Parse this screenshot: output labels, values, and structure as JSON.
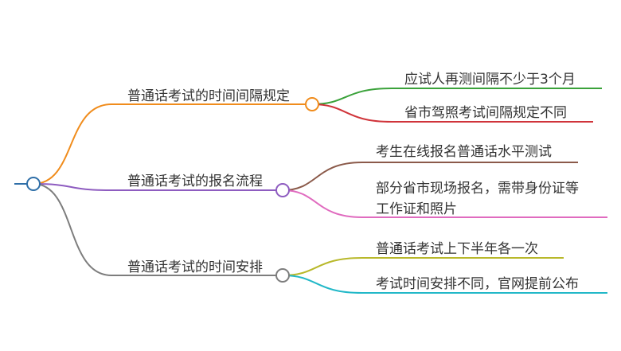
{
  "mindmap": {
    "branches": [
      {
        "label": "普通话考试的时间间隔规定",
        "color": "#f08c1c",
        "children": [
          {
            "lines": [
              "应试人再测间隔不少于3个月"
            ],
            "color": "#3aa23a"
          },
          {
            "lines": [
              "省市驾照考试间隔规定不同"
            ],
            "color": "#d0343a"
          }
        ]
      },
      {
        "label": "普通话考试的报名流程",
        "color": "#8e5cc0",
        "children": [
          {
            "lines": [
              "考生在线报名普通话水平测试"
            ],
            "color": "#8b5a4a"
          },
          {
            "lines": [
              "部分省市现场报名，需带身份证等",
              "工作证和照片"
            ],
            "color": "#e06bbf"
          }
        ]
      },
      {
        "label": "普通话考试的时间安排",
        "color": "#7d7d7d",
        "children": [
          {
            "lines": [
              "普通话考试上下半年各一次"
            ],
            "color": "#b8b82a"
          },
          {
            "lines": [
              "考试时间安排不同，官网提前公布"
            ],
            "color": "#22b8c8"
          }
        ]
      }
    ],
    "root_color": "#2f6fa8"
  }
}
